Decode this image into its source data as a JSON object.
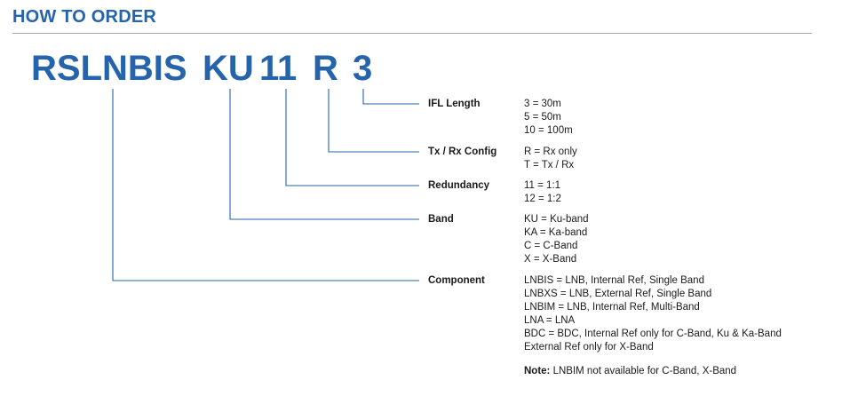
{
  "heading": "HOW TO ORDER",
  "code_segments": [
    "RSLNBIS",
    "KU",
    "11",
    "R",
    "3"
  ],
  "fields": [
    {
      "label": "IFL Length",
      "options": [
        "3 = 30m",
        "5 = 50m",
        "10 = 100m"
      ]
    },
    {
      "label": "Tx / Rx Config",
      "options": [
        "R = Rx only",
        "T = Tx / Rx"
      ]
    },
    {
      "label": "Redundancy",
      "options": [
        "11 = 1:1",
        "12 = 1:2"
      ]
    },
    {
      "label": "Band",
      "options": [
        "KU = Ku-band",
        "KA = Ka-band",
        "C = C-Band",
        "X = X-Band"
      ]
    },
    {
      "label": "Component",
      "options": [
        "LNBIS = LNB, Internal Ref, Single Band",
        "LNBXS = LNB, External Ref, Single Band",
        "LNBIM = LNB, Internal Ref, Multi-Band",
        "LNA = LNA",
        "BDC = BDC, Internal Ref only for C-Band, Ku & Ka-Band",
        "External Ref only for X-Band"
      ]
    }
  ],
  "note": {
    "label": "Note:",
    "text": " LNBIM not available for C-Band, X-Band"
  },
  "colors": {
    "accent": "#2563ad",
    "rule": "#a7a7a7",
    "text": "#1a1a1a"
  }
}
